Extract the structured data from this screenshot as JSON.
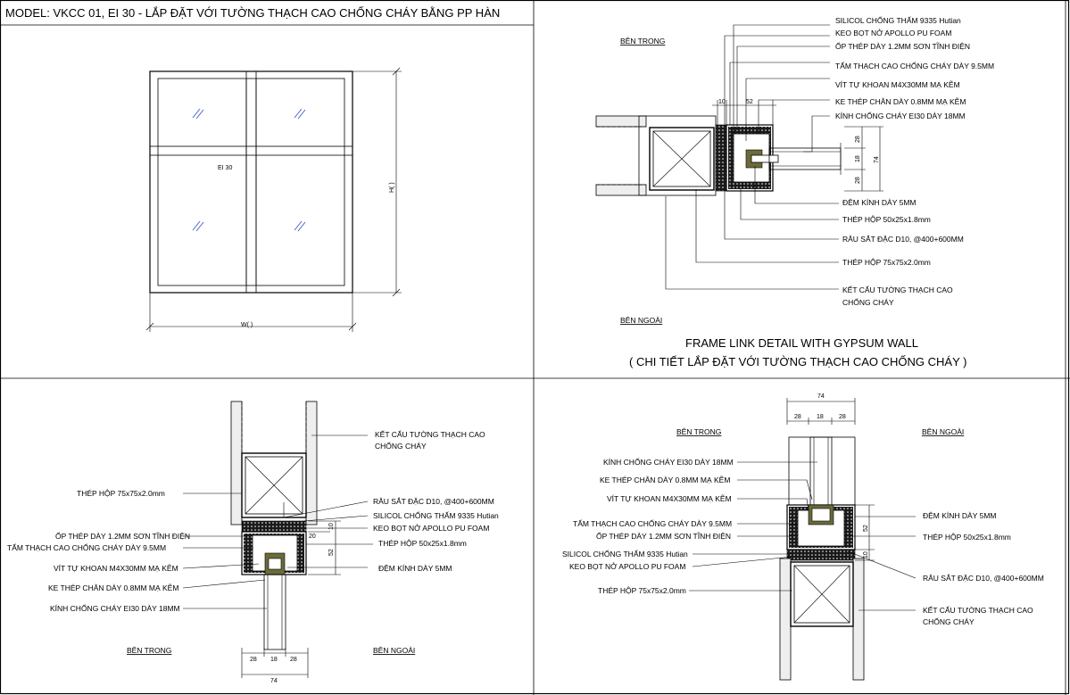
{
  "header": {
    "title": "MODEL: VKCC 01, EI 30 - LẮP ĐẶT VỚI TƯỜNG THẠCH CAO CHỐNG CHÁY BẰNG PP HÀN"
  },
  "elevation": {
    "panel_label": "EI 30",
    "height_label": "H(    )",
    "width_label": "W(    )"
  },
  "plan_detail": {
    "inside": "BÊN TRONG",
    "outside": "BÊN NGOÀI",
    "title": "FRAME LINK DETAIL WITH GYPSUM WALL",
    "subtitle": "( CHI TIẾT LẮP ĐẶT VỚI TƯỜNG THẠCH CAO CHỐNG CHÁY )",
    "labels": {
      "silicone": "SILICOL CHỐNG THẤM 9335 Hutian",
      "foam": "KEO BỌT NỞ APOLLO PU FOAM",
      "cover": "ỐP THÉP DÀY 1.2MM SƠN TĨNH ĐIỆN",
      "board": "TẤM THẠCH CAO CHỐNG CHÁY DÀY 9.5MM",
      "screw": "VÍT TỰ KHOAN M4X30MM MẠ KẼM",
      "clip": "KE THÉP CHÂN DÀY 0.8MM MẠ KẼM",
      "glass": "KÍNH CHỐNG CHÁY EI30 DÀY 18MM",
      "gasket": "ĐỆM KÍNH DÀY 5MM",
      "tube_small": "THÉP HỘP 50x25x1.8mm",
      "anchor": "RÂU SẮT ĐẶC D10, @400+600MM",
      "tube_big": "THÉP HỘP 75x75x2.0mm",
      "wall_1": "KẾT CẤU TƯỜNG THẠCH CAO",
      "wall_2": "CHỐNG CHÁY"
    },
    "dims": {
      "d10": "10",
      "d52": "52",
      "d28a": "28",
      "d18": "18",
      "d28b": "28",
      "d74": "74"
    }
  },
  "bottom_detail": {
    "labels": {
      "wall_1": "KẾT CẤU TƯỜNG THẠCH CAO",
      "wall_2": "CHỐNG CHÁY",
      "tube_big": "THÉP HỘP 75x75x2.0mm",
      "anchor": "RÂU SẮT ĐẶC D10, @400+600MM",
      "silicone": "SILICOL CHỐNG THẤM 9335 Hutian",
      "foam": "KEO BỌT NỞ APOLLO PU FOAM",
      "cover": "ỐP THÉP DÀY 1.2MM SƠN TĨNH ĐIỆN",
      "board": "TẤM THẠCH CAO CHỐNG CHÁY DÀY 9.5MM",
      "tube_small": "THÉP HỘP 50x25x1.8mm",
      "screw": "VÍT TỰ KHOAN M4X30MM MẠ KẼM",
      "gasket": "ĐỆM KÍNH DÀY 5MM",
      "clip": "KE THÉP CHÂN DÀY 0.8MM MẠ KẼM",
      "glass": "KÍNH CHỐNG CHÁY EI30 DÀY 18MM",
      "inside": "BÊN TRONG",
      "outside": "BÊN NGOÀI"
    },
    "dims": {
      "d10": "10",
      "d20": "20",
      "d52": "52",
      "d28a": "28",
      "d18": "18",
      "d28b": "28",
      "d74": "74"
    }
  },
  "top_detail": {
    "labels": {
      "inside": "BÊN TRONG",
      "outside": "BÊN NGOÀI",
      "glass": "KÍNH CHỐNG CHÁY EI30 DÀY 18MM",
      "clip": "KE THÉP CHÂN DÀY 0.8MM MẠ KẼM",
      "screw": "VÍT TỰ KHOAN M4X30MM MẠ KẼM",
      "board": "TẤM THẠCH CAO CHỐNG CHÁY DÀY 9.5MM",
      "cover": "ỐP THÉP DÀY 1.2MM SƠN TĨNH ĐIỆN",
      "silicone": "SILICOL CHỐNG THẤM 9335 Hutian",
      "foam": "KEO BỌT NỞ APOLLO PU FOAM",
      "tube_big": "THÉP HỘP 75x75x2.0mm",
      "gasket": "ĐỆM KÍNH DÀY 5MM",
      "tube_small": "THÉP HỘP 50x25x1.8mm",
      "anchor": "RÂU SẮT ĐẶC D10, @400+600MM",
      "wall_1": "KẾT CẤU TƯỜNG THẠCH CAO",
      "wall_2": "CHỐNG CHÁY"
    },
    "dims": {
      "d74": "74",
      "d28a": "28",
      "d18": "18",
      "d28b": "28",
      "d52": "52",
      "d10": "10"
    }
  }
}
